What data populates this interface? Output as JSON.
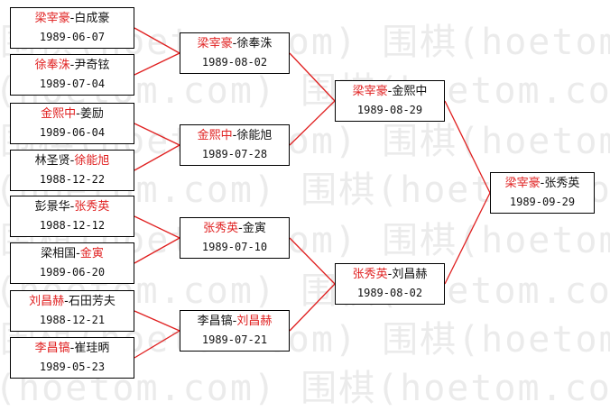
{
  "colors": {
    "winner": "#e02020",
    "line": "#e02020",
    "text": "#111111",
    "watermark": "#ebebeb"
  },
  "watermark_text": "(hoetom.com)",
  "watermark_cjk": "围棋",
  "rounds": [
    [
      {
        "p1": "梁宰豪",
        "p2": "白成豪",
        "winner": 1,
        "date": "1989-06-07"
      },
      {
        "p1": "徐奉洙",
        "p2": "尹奇铉",
        "winner": 1,
        "date": "1989-07-04"
      },
      {
        "p1": "金熙中",
        "p2": "姜励",
        "winner": 1,
        "date": "1989-06-04"
      },
      {
        "p1": "林圣贤",
        "p2": "徐能旭",
        "winner": 2,
        "date": "1988-12-22"
      },
      {
        "p1": "彭景华",
        "p2": "张秀英",
        "winner": 2,
        "date": "1988-12-12"
      },
      {
        "p1": "梁相国",
        "p2": "金寅",
        "winner": 2,
        "date": "1989-06-20"
      },
      {
        "p1": "刘昌赫",
        "p2": "石田芳夫",
        "winner": 1,
        "date": "1988-12-21"
      },
      {
        "p1": "李昌镐",
        "p2": "崔珪昞",
        "winner": 1,
        "date": "1989-05-23"
      }
    ],
    [
      {
        "p1": "梁宰豪",
        "p2": "徐奉洙",
        "winner": 1,
        "date": "1989-08-02"
      },
      {
        "p1": "金熙中",
        "p2": "徐能旭",
        "winner": 1,
        "date": "1989-07-28"
      },
      {
        "p1": "张秀英",
        "p2": "金寅",
        "winner": 1,
        "date": "1989-07-10"
      },
      {
        "p1": "李昌镐",
        "p2": "刘昌赫",
        "winner": 2,
        "date": "1989-07-21"
      }
    ],
    [
      {
        "p1": "梁宰豪",
        "p2": "金熙中",
        "winner": 1,
        "date": "1989-08-29"
      },
      {
        "p1": "张秀英",
        "p2": "刘昌赫",
        "winner": 1,
        "date": "1989-08-02"
      }
    ],
    [
      {
        "p1": "梁宰豪",
        "p2": "张秀英",
        "winner": 1,
        "date": "1989-09-29"
      }
    ]
  ]
}
